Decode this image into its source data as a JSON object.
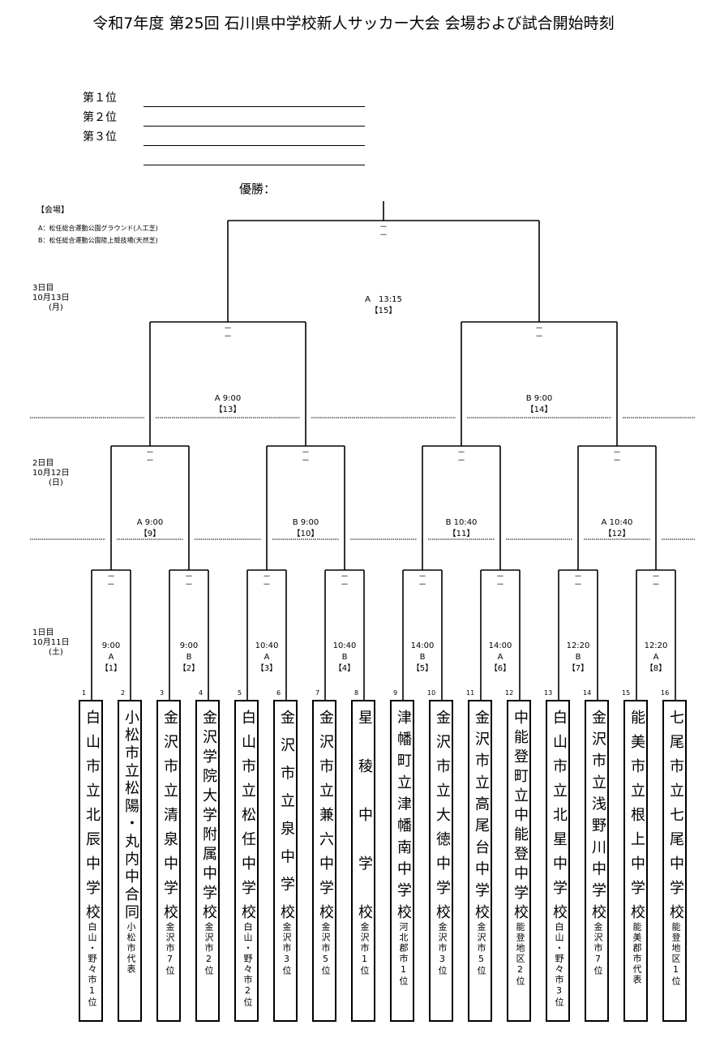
{
  "title": "令和7年度 第25回 石川県中学校新人サッカー大会 会場および試合開始時刻",
  "ranks": [
    "第１位",
    "第２位",
    "第３位"
  ],
  "winner_label": "優勝：",
  "venue_heading": "【会場】",
  "venues": [
    "A：松任総合運動公園グラウンド(人工芝)",
    "B：松任総合運動公園陸上競技場(天然芝)"
  ],
  "days": [
    "3日目\n10月13日\n　　(月)",
    "2日目\n10月12日\n　　(日)",
    "1日目\n10月11日\n　　(土)"
  ],
  "score_mark": "－",
  "round1": [
    {
      "time": "9:00",
      "venue": "A",
      "no": "【1】"
    },
    {
      "time": "9:00",
      "venue": "B",
      "no": "【2】"
    },
    {
      "time": "10:40",
      "venue": "A",
      "no": "【3】"
    },
    {
      "time": "10:40",
      "venue": "B",
      "no": "【4】"
    },
    {
      "time": "14:00",
      "venue": "B",
      "no": "【5】"
    },
    {
      "time": "14:00",
      "venue": "A",
      "no": "【6】"
    },
    {
      "time": "12:20",
      "venue": "B",
      "no": "【7】"
    },
    {
      "time": "12:20",
      "venue": "A",
      "no": "【8】"
    }
  ],
  "round2": [
    {
      "label": "A 9:00",
      "no": "【9】"
    },
    {
      "label": "B 9:00",
      "no": "【10】"
    },
    {
      "label": "B 10:40",
      "no": "【11】"
    },
    {
      "label": "A 10:40",
      "no": "【12】"
    }
  ],
  "round3": [
    {
      "label": "A 9:00",
      "no": "【13】"
    },
    {
      "label": "B 9:00",
      "no": "【14】"
    }
  ],
  "final": {
    "label": "A　13:15",
    "no": "【15】"
  },
  "teams": [
    {
      "no": "1",
      "name": "白山市立北辰中学校",
      "sub": "白山・野々市1位"
    },
    {
      "no": "2",
      "name": "小松市立松陽・丸内中合同",
      "sub": "小松市代表"
    },
    {
      "no": "3",
      "name": "金沢市立清泉中学校",
      "sub": "金沢市7位"
    },
    {
      "no": "4",
      "name": "金沢学院大学附属中学校",
      "sub": "金沢市2位"
    },
    {
      "no": "5",
      "name": "白山市立松任中学校",
      "sub": "白山・野々市2位"
    },
    {
      "no": "6",
      "name": "金沢市立泉中学校",
      "sub": "金沢市3位"
    },
    {
      "no": "7",
      "name": "金沢市立兼六中学校",
      "sub": "金沢市5位"
    },
    {
      "no": "8",
      "name": "星稜中学校",
      "sub": "金沢市1位"
    },
    {
      "no": "9",
      "name": "津幡町立津幡南中学校",
      "sub": "河北郡市1位"
    },
    {
      "no": "10",
      "name": "金沢市立大徳中学校",
      "sub": "金沢市3位"
    },
    {
      "no": "11",
      "name": "金沢市立高尾台中学校",
      "sub": "金沢市5位"
    },
    {
      "no": "12",
      "name": "中能登町立中能登中学校",
      "sub": "能登地区2位"
    },
    {
      "no": "13",
      "name": "白山市立北星中学校",
      "sub": "白山・野々市3位"
    },
    {
      "no": "14",
      "name": "金沢市立浅野川中学校",
      "sub": "金沢市7位"
    },
    {
      "no": "15",
      "name": "能美市立根上中学校",
      "sub": "能美郡市代表"
    },
    {
      "no": "16",
      "name": "七尾市立七尾中学校",
      "sub": "能登地区1位"
    }
  ]
}
